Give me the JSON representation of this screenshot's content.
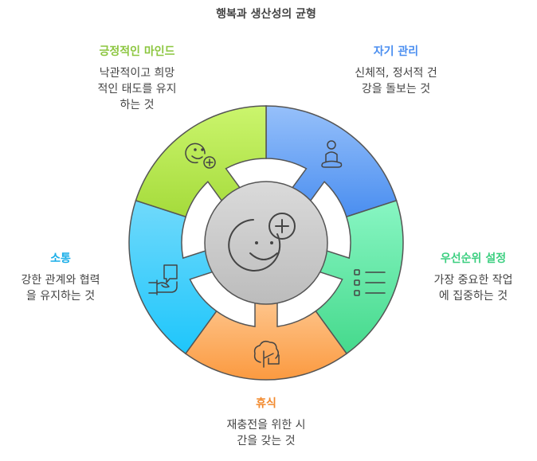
{
  "title": "행복과 생산성의 균형",
  "segments": [
    {
      "id": "self-care",
      "title": "자기 관리",
      "body": [
        "신체적, 정서적 건",
        "강을 돌보는 것"
      ],
      "color": "#4a8ef0",
      "top": "#96c0fa",
      "bottom": "#4a8ef0",
      "icon": "meditation-icon"
    },
    {
      "id": "prioritize",
      "title": "우선순위 설정",
      "body": [
        "가장 중요한 작업",
        "에 집중하는 것"
      ],
      "color": "#3ccf80",
      "top": "#88f6c3",
      "bottom": "#45d98c",
      "icon": "checklist-icon"
    },
    {
      "id": "rest",
      "title": "휴식",
      "body": [
        "재충전을 위한 시",
        "간을 갖는 것"
      ],
      "color": "#f28a2e",
      "top": "#fec68e",
      "bottom": "#fb9a40",
      "icon": "tree-icon"
    },
    {
      "id": "communication",
      "title": "소통",
      "body": [
        "강한 관계와 협력",
        "을 유지하는 것"
      ],
      "color": "#1aaee8",
      "top": "#70d9fb",
      "bottom": "#1ec6fb",
      "icon": "handshake-chat-icon"
    },
    {
      "id": "positive-mindset",
      "title": "긍정적인 마인드",
      "body": [
        "낙관적이고 희망",
        "적인 태도를 유지",
        "하는 것"
      ],
      "color": "#8cc63f",
      "top": "#cbf56d",
      "bottom": "#a5db3b",
      "icon": "smiley-plus-icon"
    }
  ],
  "center": {
    "icon": "smiley-plus-icon",
    "top": "#dadada",
    "bottom": "#bcbcbc"
  }
}
